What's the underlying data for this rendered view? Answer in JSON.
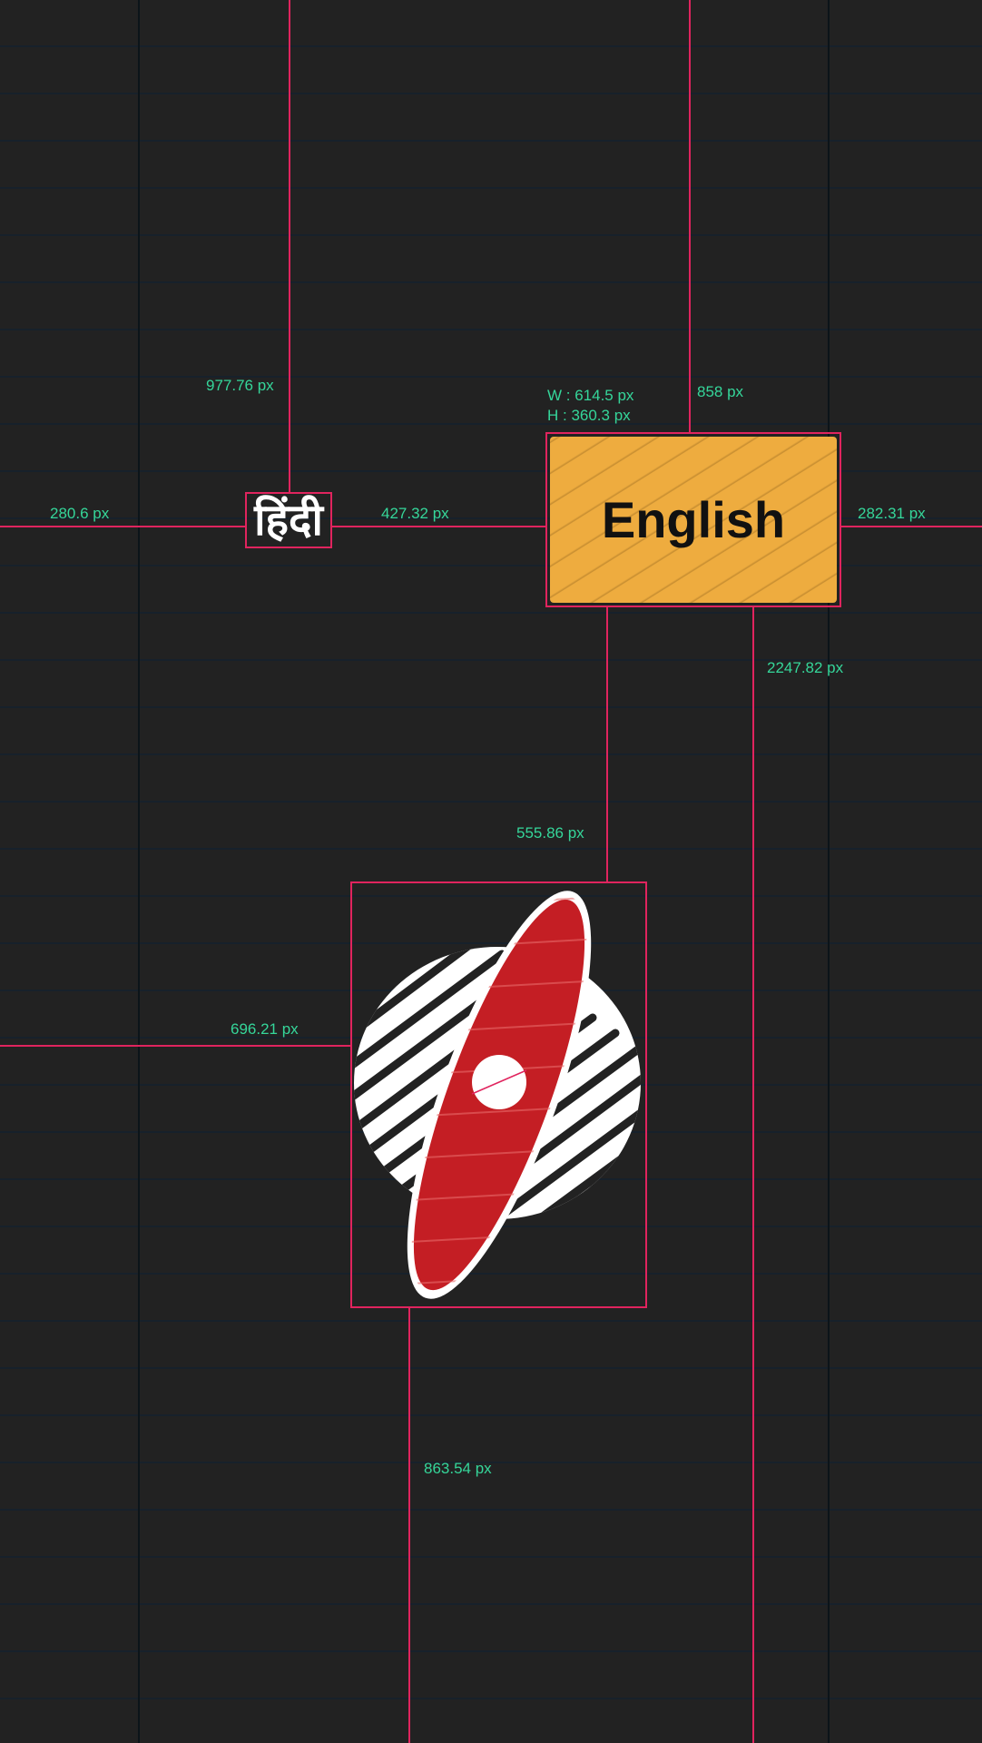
{
  "languages": {
    "hindi_label": "हिंदी",
    "english_label": "English"
  },
  "measurements": {
    "hindi_top": "977.76 px",
    "hindi_left": "280.6 px",
    "hindi_to_english_gap": "427.32 px",
    "english_width": "W : 614.5 px",
    "english_height": "H : 360.3 px",
    "english_top": "858 px",
    "english_right": "282.31 px",
    "english_bottom": "2247.82 px",
    "logo_top": "555.86 px",
    "logo_left": "696.21 px",
    "logo_bottom": "863.54 px"
  },
  "colors": {
    "background": "#222222",
    "ruled_line": "#17212b",
    "guide": "#e0245e",
    "measurement_text": "#35d69a",
    "english_fill": "#eeac3f",
    "logo_red": "#c41e24",
    "logo_white": "#ffffff"
  },
  "icons": {
    "logo": "planet-ring-logo-icon"
  }
}
